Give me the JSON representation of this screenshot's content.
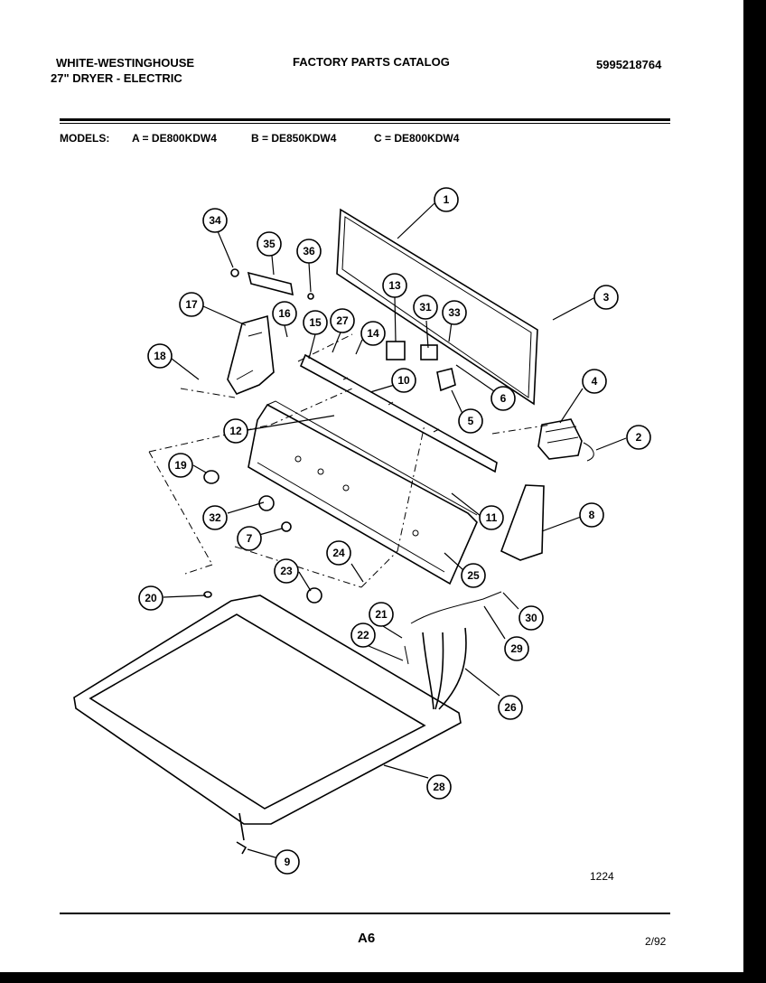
{
  "header": {
    "brand": "WHITE-WESTINGHOUSE",
    "product": "27\" DRYER - ELECTRIC",
    "catalog_title": "FACTORY PARTS CATALOG",
    "catalog_number": "5995218764"
  },
  "models": {
    "label": "MODELS:",
    "a": "A = DE800KDW4",
    "b": "B = DE850KDW4",
    "c": "C = DE800KDW4"
  },
  "diagram": {
    "figure_id": "1224",
    "callouts": [
      "1",
      "2",
      "3",
      "4",
      "5",
      "6",
      "7",
      "8",
      "9",
      "10",
      "11",
      "12",
      "13",
      "14",
      "15",
      "16",
      "17",
      "18",
      "19",
      "20",
      "21",
      "22",
      "23",
      "24",
      "25",
      "26",
      "27",
      "28",
      "29",
      "30",
      "31",
      "32",
      "33",
      "34",
      "35",
      "36"
    ]
  },
  "footer": {
    "page": "A6",
    "date": "2/92"
  }
}
